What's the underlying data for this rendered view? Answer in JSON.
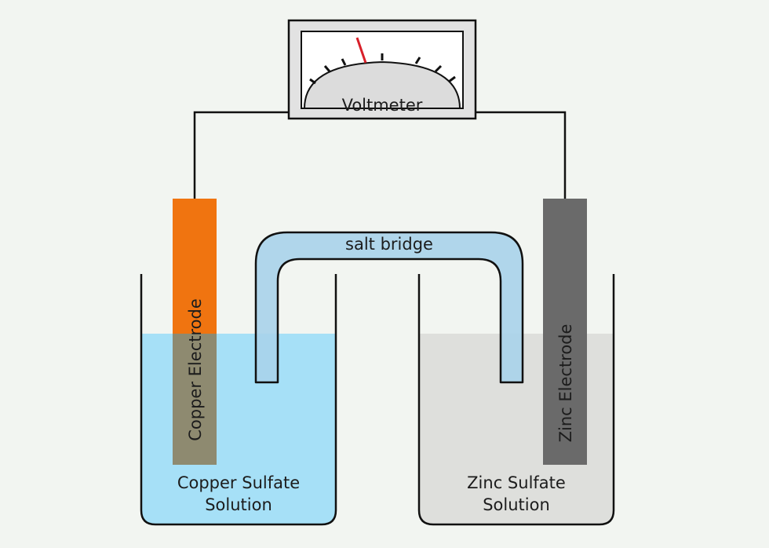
{
  "diagram": {
    "voltmeter": {
      "label": "Voltmeter"
    },
    "salt_bridge": {
      "label": "salt bridge"
    },
    "left_cell": {
      "electrode_label": "Copper Electrode",
      "solution_line1": "Copper Sulfate",
      "solution_line2": "Solution"
    },
    "right_cell": {
      "electrode_label": "Zinc Electrode",
      "solution_line1": "Zinc Sulfate",
      "solution_line2": "Solution"
    },
    "colors": {
      "background": "#f2f5f1",
      "copper_electrode": "#f07410",
      "copper_electrode_submerged": "#8e8a70",
      "zinc_electrode": "#6a6a6a",
      "copper_solution": "#a6e0f7",
      "zinc_solution": "#dedfdc",
      "salt_bridge": "#a9d3ea",
      "needle": "#d8202a",
      "outline": "#111111"
    }
  }
}
